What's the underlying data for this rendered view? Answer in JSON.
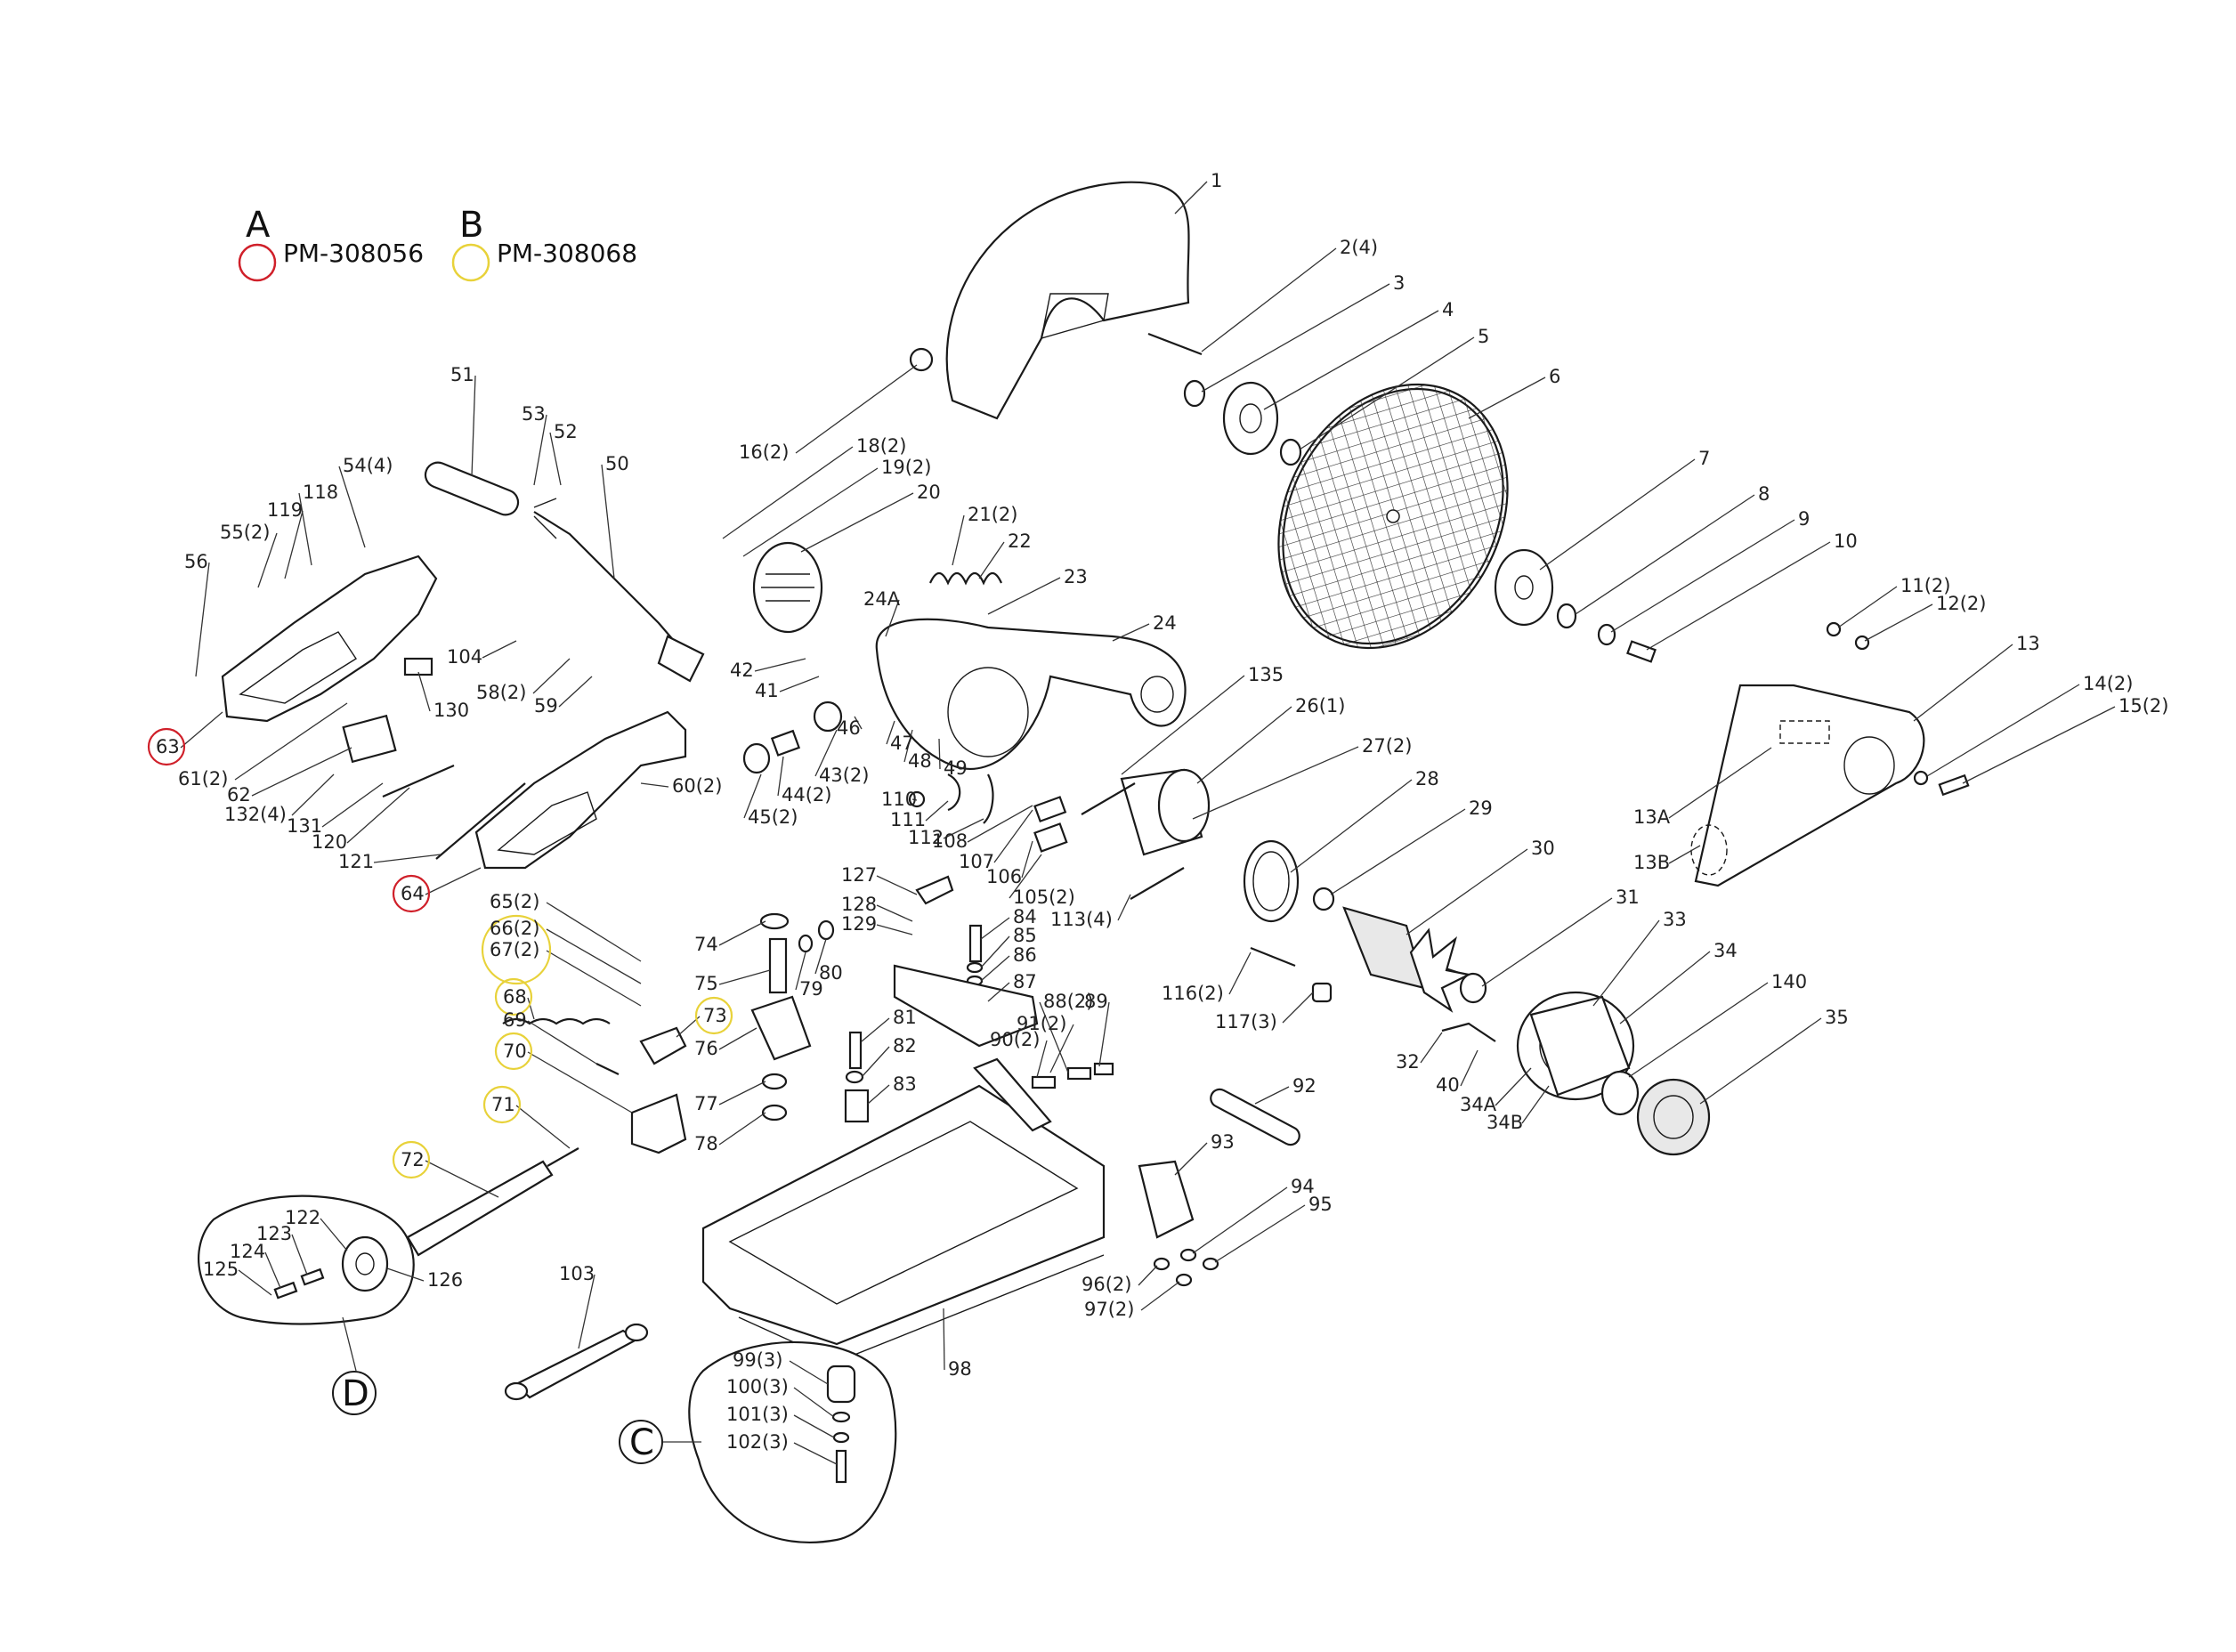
{
  "legend": [
    {
      "letter": "A",
      "code": "PM-308056",
      "color": "#d0202a"
    },
    {
      "letter": "B",
      "code": "PM-308068",
      "color": "#e8d23a"
    }
  ],
  "insets": [
    "C",
    "D"
  ],
  "parts": [
    {
      "id": "p1",
      "label": "1"
    },
    {
      "id": "p2",
      "label": "2(4)"
    },
    {
      "id": "p3",
      "label": "3"
    },
    {
      "id": "p4",
      "label": "4"
    },
    {
      "id": "p5",
      "label": "5"
    },
    {
      "id": "p6",
      "label": "6"
    },
    {
      "id": "p7",
      "label": "7"
    },
    {
      "id": "p8",
      "label": "8"
    },
    {
      "id": "p9",
      "label": "9"
    },
    {
      "id": "p10",
      "label": "10"
    },
    {
      "id": "p11",
      "label": "11(2)"
    },
    {
      "id": "p12",
      "label": "12(2)"
    },
    {
      "id": "p13",
      "label": "13"
    },
    {
      "id": "p13a",
      "label": "13A"
    },
    {
      "id": "p13b",
      "label": "13B"
    },
    {
      "id": "p14",
      "label": "14(2)"
    },
    {
      "id": "p15",
      "label": "15(2)"
    },
    {
      "id": "p16",
      "label": "16(2)"
    },
    {
      "id": "p18",
      "label": "18(2)"
    },
    {
      "id": "p19",
      "label": "19(2)"
    },
    {
      "id": "p20",
      "label": "20"
    },
    {
      "id": "p21",
      "label": "21(2)"
    },
    {
      "id": "p22",
      "label": "22"
    },
    {
      "id": "p23",
      "label": "23"
    },
    {
      "id": "p24",
      "label": "24"
    },
    {
      "id": "p24a",
      "label": "24A"
    },
    {
      "id": "p26",
      "label": "26(1)"
    },
    {
      "id": "p27",
      "label": "27(2)"
    },
    {
      "id": "p28",
      "label": "28"
    },
    {
      "id": "p29",
      "label": "29"
    },
    {
      "id": "p30",
      "label": "30"
    },
    {
      "id": "p31",
      "label": "31"
    },
    {
      "id": "p32",
      "label": "32"
    },
    {
      "id": "p33",
      "label": "33"
    },
    {
      "id": "p34",
      "label": "34"
    },
    {
      "id": "p34a",
      "label": "34A"
    },
    {
      "id": "p34b",
      "label": "34B"
    },
    {
      "id": "p35",
      "label": "35"
    },
    {
      "id": "p40",
      "label": "40"
    },
    {
      "id": "p41",
      "label": "41"
    },
    {
      "id": "p42",
      "label": "42"
    },
    {
      "id": "p43",
      "label": "43(2)"
    },
    {
      "id": "p44",
      "label": "44(2)"
    },
    {
      "id": "p45",
      "label": "45(2)"
    },
    {
      "id": "p46",
      "label": "46"
    },
    {
      "id": "p47",
      "label": "47"
    },
    {
      "id": "p48",
      "label": "48"
    },
    {
      "id": "p49",
      "label": "49"
    },
    {
      "id": "p50",
      "label": "50"
    },
    {
      "id": "p51",
      "label": "51"
    },
    {
      "id": "p52",
      "label": "52"
    },
    {
      "id": "p53",
      "label": "53"
    },
    {
      "id": "p54",
      "label": "54(4)"
    },
    {
      "id": "p55",
      "label": "55(2)"
    },
    {
      "id": "p56",
      "label": "56"
    },
    {
      "id": "p58",
      "label": "58(2)"
    },
    {
      "id": "p59",
      "label": "59"
    },
    {
      "id": "p60",
      "label": "60(2)"
    },
    {
      "id": "p61",
      "label": "61(2)"
    },
    {
      "id": "p62",
      "label": "62"
    },
    {
      "id": "p63",
      "label": "63"
    },
    {
      "id": "p64",
      "label": "64"
    },
    {
      "id": "p65",
      "label": "65(2)"
    },
    {
      "id": "p66",
      "label": "66(2)"
    },
    {
      "id": "p67",
      "label": "67(2)"
    },
    {
      "id": "p68",
      "label": "68"
    },
    {
      "id": "p69",
      "label": "69"
    },
    {
      "id": "p70",
      "label": "70"
    },
    {
      "id": "p71",
      "label": "71"
    },
    {
      "id": "p72",
      "label": "72"
    },
    {
      "id": "p73",
      "label": "73"
    },
    {
      "id": "p74",
      "label": "74"
    },
    {
      "id": "p75",
      "label": "75"
    },
    {
      "id": "p76",
      "label": "76"
    },
    {
      "id": "p77",
      "label": "77"
    },
    {
      "id": "p78",
      "label": "78"
    },
    {
      "id": "p79",
      "label": "79"
    },
    {
      "id": "p80",
      "label": "80"
    },
    {
      "id": "p81",
      "label": "81"
    },
    {
      "id": "p82",
      "label": "82"
    },
    {
      "id": "p83",
      "label": "83"
    },
    {
      "id": "p84",
      "label": "84"
    },
    {
      "id": "p85",
      "label": "85"
    },
    {
      "id": "p86",
      "label": "86"
    },
    {
      "id": "p87",
      "label": "87"
    },
    {
      "id": "p88",
      "label": "88(2)"
    },
    {
      "id": "p89",
      "label": "89"
    },
    {
      "id": "p90",
      "label": "90(2)"
    },
    {
      "id": "p91",
      "label": "91(2)"
    },
    {
      "id": "p92",
      "label": "92"
    },
    {
      "id": "p93",
      "label": "93"
    },
    {
      "id": "p94",
      "label": "94"
    },
    {
      "id": "p95",
      "label": "95"
    },
    {
      "id": "p96",
      "label": "96(2)"
    },
    {
      "id": "p97",
      "label": "97(2)"
    },
    {
      "id": "p98",
      "label": "98"
    },
    {
      "id": "p99",
      "label": "99(3)"
    },
    {
      "id": "p100",
      "label": "100(3)"
    },
    {
      "id": "p101",
      "label": "101(3)"
    },
    {
      "id": "p102",
      "label": "102(3)"
    },
    {
      "id": "p103",
      "label": "103"
    },
    {
      "id": "p104",
      "label": "104"
    },
    {
      "id": "p105",
      "label": "105(2)"
    },
    {
      "id": "p106",
      "label": "106"
    },
    {
      "id": "p107",
      "label": "107"
    },
    {
      "id": "p108",
      "label": "108"
    },
    {
      "id": "p110",
      "label": "110"
    },
    {
      "id": "p111",
      "label": "111"
    },
    {
      "id": "p112",
      "label": "112"
    },
    {
      "id": "p113",
      "label": "113(4)"
    },
    {
      "id": "p116",
      "label": "116(2)"
    },
    {
      "id": "p117",
      "label": "117(3)"
    },
    {
      "id": "p118",
      "label": "118"
    },
    {
      "id": "p119",
      "label": "119"
    },
    {
      "id": "p120",
      "label": "120"
    },
    {
      "id": "p121",
      "label": "121"
    },
    {
      "id": "p122",
      "label": "122"
    },
    {
      "id": "p123",
      "label": "123"
    },
    {
      "id": "p124",
      "label": "124"
    },
    {
      "id": "p125",
      "label": "125"
    },
    {
      "id": "p126",
      "label": "126"
    },
    {
      "id": "p127",
      "label": "127"
    },
    {
      "id": "p128",
      "label": "128"
    },
    {
      "id": "p129",
      "label": "129"
    },
    {
      "id": "p130",
      "label": "130"
    },
    {
      "id": "p131",
      "label": "131"
    },
    {
      "id": "p132",
      "label": "132(4)"
    },
    {
      "id": "p135",
      "label": "135"
    },
    {
      "id": "p140",
      "label": "140"
    }
  ],
  "highlights": {
    "A": [
      "p63",
      "p64"
    ],
    "B": [
      "p67",
      "p68",
      "p70",
      "p71",
      "p72",
      "p73"
    ]
  }
}
